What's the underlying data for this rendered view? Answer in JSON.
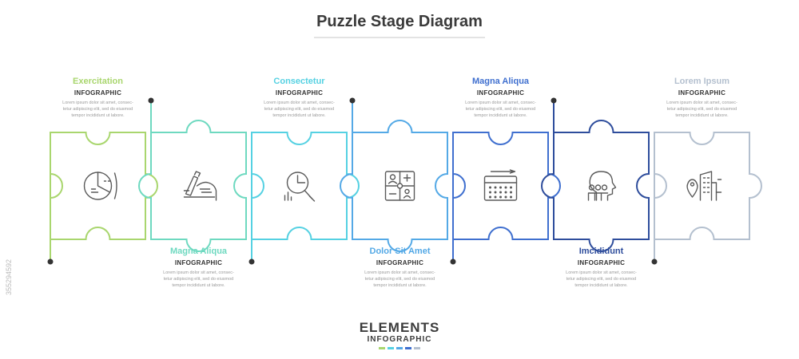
{
  "title": "Puzzle Stage Diagram",
  "colors": [
    "#a9d66e",
    "#6ed9c0",
    "#55d1e2",
    "#54a9e6",
    "#3f6fcf",
    "#2e4d9c",
    "#b4c0cf"
  ],
  "steps": [
    {
      "title": "Exercitation",
      "subtitle": "INFOGRAPHIC",
      "desc": [
        "Lorem ipsum dolor sit amet, consec-",
        "tetur adipiscing elit, sed do eiusmod",
        "tempor incididunt ut labore."
      ],
      "icon": "pie-chart-icon"
    },
    {
      "title": "Magna Aliqua",
      "subtitle": "INFOGRAPHIC",
      "desc": [
        "Lorem ipsum dolor sit amet, consec-",
        "tetur adipiscing elit, sed do eiusmod",
        "tempor incididunt ut labore."
      ],
      "icon": "hand-writing-icon"
    },
    {
      "title": "Consectetur",
      "subtitle": "INFOGRAPHIC",
      "desc": [
        "Lorem ipsum dolor sit amet, consec-",
        "tetur adipiscing elit, sed do eiusmod",
        "tempor incididunt ut labore."
      ],
      "icon": "magnifier-chart-icon"
    },
    {
      "title": "Dolor Sit Amet",
      "subtitle": "INFOGRAPHIC",
      "desc": [
        "Lorem ipsum dolor sit amet, consec-",
        "tetur adipiscing elit, sed do eiusmod",
        "tempor incididunt ut labore."
      ],
      "icon": "puzzle-pieces-icon"
    },
    {
      "title": "Magna Aliqua",
      "subtitle": "INFOGRAPHIC",
      "desc": [
        "Lorem ipsum dolor sit amet, consec-",
        "tetur adipiscing elit, sed do eiusmod",
        "tempor incididunt ut labore."
      ],
      "icon": "calendar-icon"
    },
    {
      "title": "Imcididunt",
      "subtitle": "INFOGRAPHIC",
      "desc": [
        "Lorem ipsum dolor sit amet, consec-",
        "tetur adipiscing elit, sed do eiusmod",
        "tempor incididunt ut labore."
      ],
      "icon": "team-head-icon"
    },
    {
      "title": "Lorem Ipsum",
      "subtitle": "INFOGRAPHIC",
      "desc": [
        "Lorem ipsum dolor sit amet, consec-",
        "tetur adipiscing elit, sed do eiusmod",
        "tempor incididunt ut labore."
      ],
      "icon": "city-location-icon"
    }
  ],
  "brand": {
    "name": "ELEMENTS",
    "sub": "INFOGRAPHIC",
    "swatches": [
      "#a9d66e",
      "#55d1e2",
      "#54a9e6",
      "#3f6fcf",
      "#b4c0cf"
    ]
  },
  "side_id": "355294592"
}
